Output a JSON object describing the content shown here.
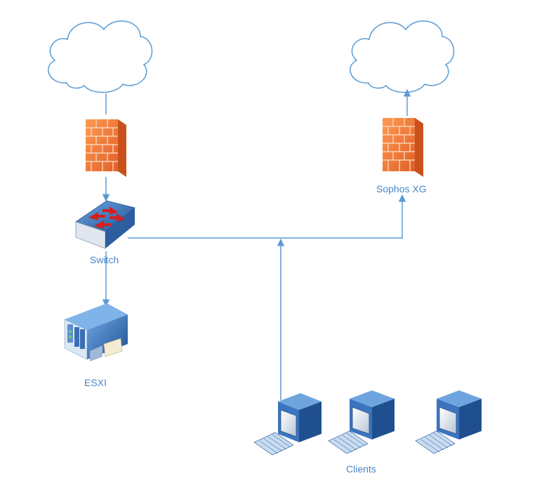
{
  "nodes": {
    "cloud_left": {
      "icon": "cloud-icon"
    },
    "cloud_right": {
      "icon": "cloud-icon"
    },
    "firewall_left": {
      "icon": "firewall-icon"
    },
    "firewall_right": {
      "icon": "firewall-icon",
      "label": "Sophos XG"
    },
    "switch": {
      "icon": "switch-icon",
      "label": "Switch"
    },
    "server": {
      "icon": "server-icon",
      "label": "ESXI"
    },
    "clients": {
      "icon": "workstation-icon",
      "count": 3,
      "label": "Clients"
    }
  },
  "colors": {
    "connector": "#5b9bd5",
    "label": "#4a86c8",
    "firewall": "#f07b3f",
    "device_blue": "#2f6db5"
  }
}
